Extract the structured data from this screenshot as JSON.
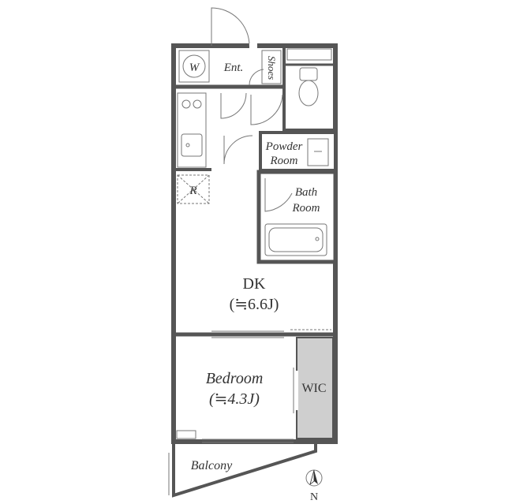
{
  "rooms": {
    "washer": "W",
    "entrance": "Ent.",
    "shoes": "Shoes",
    "powder_line1": "Powder",
    "powder_line2": "Room",
    "refrigerator": "R",
    "bath_line1": "Bath",
    "bath_line2": "Room",
    "dk_name": "DK",
    "dk_size": "(≒6.6J)",
    "bedroom_name": "Bedroom",
    "bedroom_size": "(≒4.3J)",
    "wic": "WIC",
    "balcony": "Balcony"
  },
  "compass": {
    "north": "N"
  },
  "colors": {
    "wall": "#555555",
    "wic_fill": "#cfcfcf"
  }
}
